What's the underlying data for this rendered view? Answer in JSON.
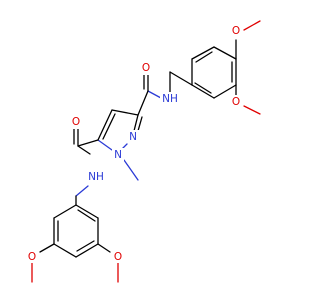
{
  "colors": {
    "bond": "#000000",
    "oxygen": "#e00000",
    "nitrogen": "#2b3bd6",
    "background": "#ffffff"
  },
  "labels": {
    "o_top_methoxy": "O",
    "o_right_methoxy": "O",
    "o_amide_top": "O",
    "nh_amide_top": "NH",
    "n_pyrazole_n2": "N",
    "n_pyrazole_n1": "N",
    "o_amide_left": "O",
    "nh_amide_left": "NH",
    "o_bottom_left_methoxy": "O",
    "o_bottom_right_methoxy": "O"
  }
}
